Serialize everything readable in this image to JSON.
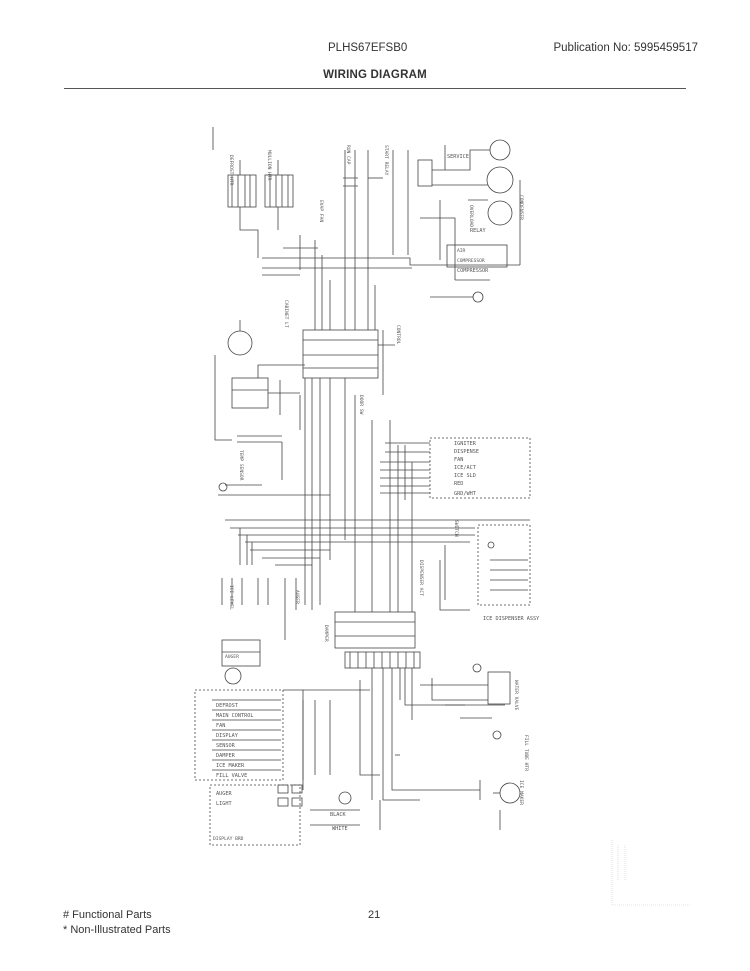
{
  "header": {
    "model": "PLHS67EFSB0",
    "publication": "Publication No:  5995459517"
  },
  "title": "WIRING DIAGRAM",
  "footer": {
    "functional": "# Functional Parts",
    "non_illustrated": "* Non-Illustrated Parts",
    "page_number": "21"
  },
  "labels": {
    "right_list": [
      "IGNITER",
      "DISPENSE",
      "FAN",
      "ICE/ACT",
      "ICE SLD",
      "RED",
      "GRD/WHT"
    ],
    "left_panel": [
      "DEFROST",
      "MAIN CONTROL",
      "FAN",
      "DISPLAY",
      "SENSOR",
      "DAMPER",
      "ICE MAKER",
      "FILL VALVE",
      "AUGER",
      "LIGHT"
    ],
    "bottom_left": [
      "BLACK",
      "WHITE"
    ],
    "top_right": [
      "SERVICE",
      "COMPRESSOR",
      "RELAY"
    ],
    "mid_right": [
      "ICE DISPENSER ASSY"
    ]
  }
}
